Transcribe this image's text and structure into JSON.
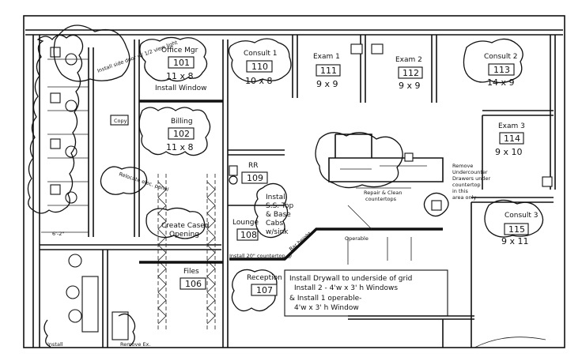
{
  "rooms": [
    {
      "id": "office-mgr",
      "name": "Office Mgr",
      "number": "101",
      "size": "11 x 8"
    },
    {
      "id": "billing",
      "name": "Billing",
      "number": "102",
      "size": "11 x 8"
    },
    {
      "id": "consult-1",
      "name": "Consult 1",
      "number": "110",
      "size": "10 x 8"
    },
    {
      "id": "exam-1",
      "name": "Exam 1",
      "number": "111",
      "size": "9 x 9"
    },
    {
      "id": "exam-2",
      "name": "Exam 2",
      "number": "112",
      "size": "9 x 9"
    },
    {
      "id": "consult-2",
      "name": "Consult 2",
      "number": "113",
      "size": "14 x 9"
    },
    {
      "id": "exam-3",
      "name": "Exam 3",
      "number": "114",
      "size": "9 x 10"
    },
    {
      "id": "consult-3",
      "name": "Consult 3",
      "number": "115",
      "size": "9 x 11"
    },
    {
      "id": "rr",
      "name": "RR",
      "number": "109",
      "size": ""
    },
    {
      "id": "lounge",
      "name": "Lounge",
      "number": "108",
      "size": ""
    },
    {
      "id": "files",
      "name": "Files",
      "number": "106",
      "size": ""
    },
    {
      "id": "reception",
      "name": "Reception",
      "number": "107",
      "size": ""
    }
  ],
  "notes": {
    "install_window": "Install Window",
    "install_side_door": "Install side door w/ 1/2 view light",
    "copy": "Copy",
    "relocate": "Relocate elec. panel",
    "create_cased_opening": "Create Cased Opening",
    "install_top_base": "Install S.S. Top & Base Cabs w/sink",
    "install_countertop": "Install 20\" countertop @",
    "bar_height": "Bar height",
    "operable": "Operable",
    "repair_clean": "Repair & Clean countertops",
    "remove_undercounter": "Remove Undercounter Drawers under countertop in this area only",
    "dimension": "6'-2\"",
    "install_bottom": "Install",
    "remove_ex": "Remove Ex.",
    "drywall_line1": "Install Drywall to underside of grid",
    "drywall_line2": "Install 2 - 4'w x 3' h Windows",
    "drywall_line3": "& Install 1 operable-",
    "drywall_line4": "4'w x 3' h Window"
  },
  "colors": {
    "ink": "#111111",
    "paper": "#ffffff"
  }
}
